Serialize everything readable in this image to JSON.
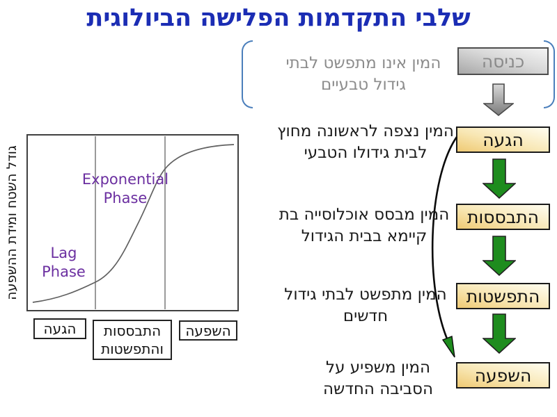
{
  "slide": {
    "title": "שלבי התקדמות הפלישה הביולוגית"
  },
  "entry": {
    "label": "כניסה",
    "note_lines": [
      "המין אינו מתפשט לבתי",
      "גידול טבעיים"
    ]
  },
  "stages": [
    {
      "label": "הגעה",
      "desc_lines": [
        "המין נצפה לראשונה מחוץ",
        "לבית גידולו הטבעי"
      ]
    },
    {
      "label": "התבססות",
      "desc_lines": [
        "המין מבסס אוכלוסייה בת",
        "קיימא בבית הגידול"
      ]
    },
    {
      "label": "התפשטות",
      "desc_lines": [
        "המין מתפשט לבתי גידול",
        "חדשים"
      ]
    },
    {
      "label": "השפעה",
      "desc_lines": [
        "המין משפיע על",
        "הסביבה החדשה"
      ]
    }
  ],
  "chart": {
    "ylabel": "גודל השטח ומידת ההשפעה",
    "exponential": {
      "line1": "Exponential",
      "line2": "Phase"
    },
    "lag": {
      "line1": "Lag",
      "line2": "Phase"
    },
    "xboxes": [
      {
        "lines": [
          "הגעה"
        ]
      },
      {
        "lines": [
          "התבססות",
          "והתפשטות"
        ]
      },
      {
        "lines": [
          "השפעה"
        ]
      }
    ]
  },
  "chart_data": {
    "type": "line",
    "shape": "sigmoid logistic growth curve",
    "title": "",
    "xlabel": "",
    "ylabel": "גודל השטח ומידת ההשפעה",
    "x_phase_regions": [
      "הגעה",
      "התבססות והתפשטות",
      "השפעה"
    ],
    "phase_annotations": [
      "Lag Phase",
      "Exponential Phase"
    ],
    "divider_x_normalized": [
      0.32,
      0.65
    ],
    "x_normalized": [
      0.0,
      0.15,
      0.32,
      0.45,
      0.53,
      0.61,
      0.65,
      0.78,
      1.0
    ],
    "y_normalized": [
      0.04,
      0.09,
      0.16,
      0.35,
      0.56,
      0.74,
      0.8,
      0.92,
      0.95
    ],
    "grid": false,
    "axis_ticks": "none",
    "legend": "none"
  },
  "colors": {
    "title_blue": "#1b2db4",
    "stage_box_gradient_light": "#fffdf0",
    "stage_box_gradient_dark": "#efca74",
    "entry_box_gradient_light": "#f4f4f4",
    "entry_box_gradient_dark": "#a8a8a8",
    "green_arrow": "#1e8c1e",
    "gray_arrow_light": "#d8d8d8",
    "gray_arrow_dark": "#7a7a7a",
    "note_gray_text": "#8c8c8c",
    "purple_phase": "#6b2fa0",
    "bracket_blue": "#4a7ebb",
    "curve_gray": "#606060"
  }
}
